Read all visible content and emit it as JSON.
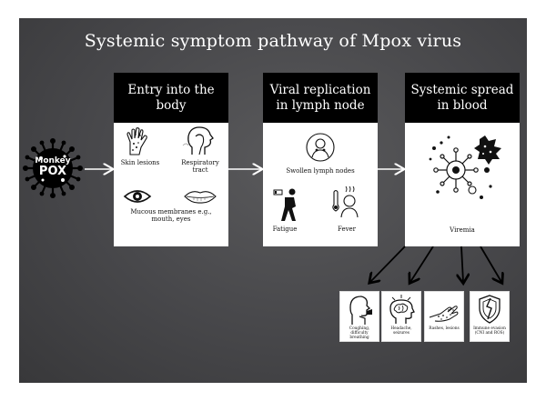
{
  "title": "Systemic symptom pathway of Mpox virus",
  "virus_logo_text": [
    "Monkey",
    "POX"
  ],
  "stages": [
    {
      "heading": "Entry into the body",
      "items": [
        "Skin lesions",
        "Respiratory tract",
        "Mucous membranes e.g., mouth, eyes"
      ]
    },
    {
      "heading": "Viral replication in lymph node",
      "items": [
        "Swollen lymph nodes",
        "Fatigue",
        "Fever"
      ]
    },
    {
      "heading": "Systemic spread in blood",
      "items": [
        "Viremia"
      ]
    }
  ],
  "outcomes": [
    {
      "label": "Coughing, difficulty breathing",
      "icon": "coughing-person-icon"
    },
    {
      "label": "Headache, seizures",
      "icon": "brain-head-icon"
    },
    {
      "label": "Rashes, lesions",
      "icon": "rash-hand-icon"
    },
    {
      "label": "Immune evasion (CNI and ROS)",
      "icon": "broken-shield-icon"
    }
  ],
  "colors": {
    "background": "#47474a",
    "header": "#000000",
    "card": "#ffffff",
    "arrow": "#ffffff",
    "pointer_arrow": "#000000"
  }
}
